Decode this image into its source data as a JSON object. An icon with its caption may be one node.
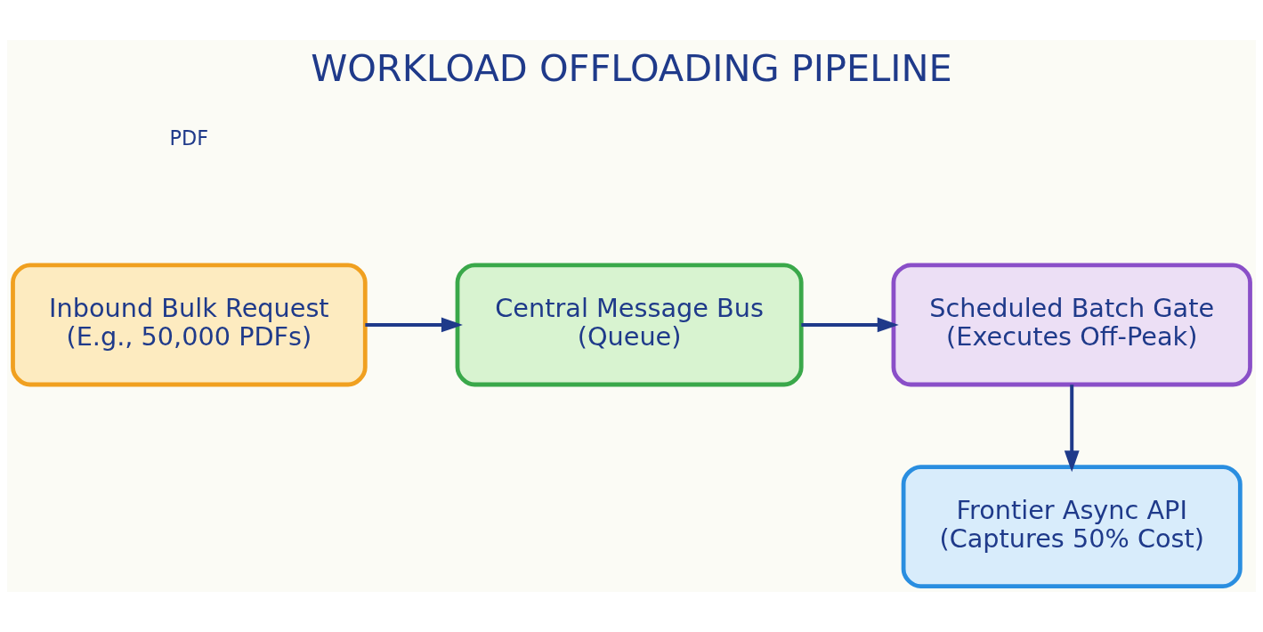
{
  "diagram": {
    "title": "WORKLOAD OFFLOADING PIPELINE",
    "nodes": [
      {
        "text": [
          "Inbound Bulk Request",
          "(E.g., 50,000 PDFs)"
        ]
      },
      {
        "text": [
          "Central Message Bus",
          "(Queue)"
        ]
      },
      {
        "text": [
          "Scheduled Batch Gate",
          "(Executes Off-Peak)"
        ]
      },
      {
        "text": [
          "Frontier Async API",
          "(Captures 50% Cost)"
        ]
      }
    ],
    "edges": [
      {
        "from": 0,
        "to": 1,
        "arrow": "to"
      },
      {
        "from": 1,
        "to": 2,
        "arrow": "to"
      },
      {
        "from": 2,
        "to": 3,
        "arrow": "to"
      }
    ],
    "labels": [
      "PDF"
    ]
  }
}
